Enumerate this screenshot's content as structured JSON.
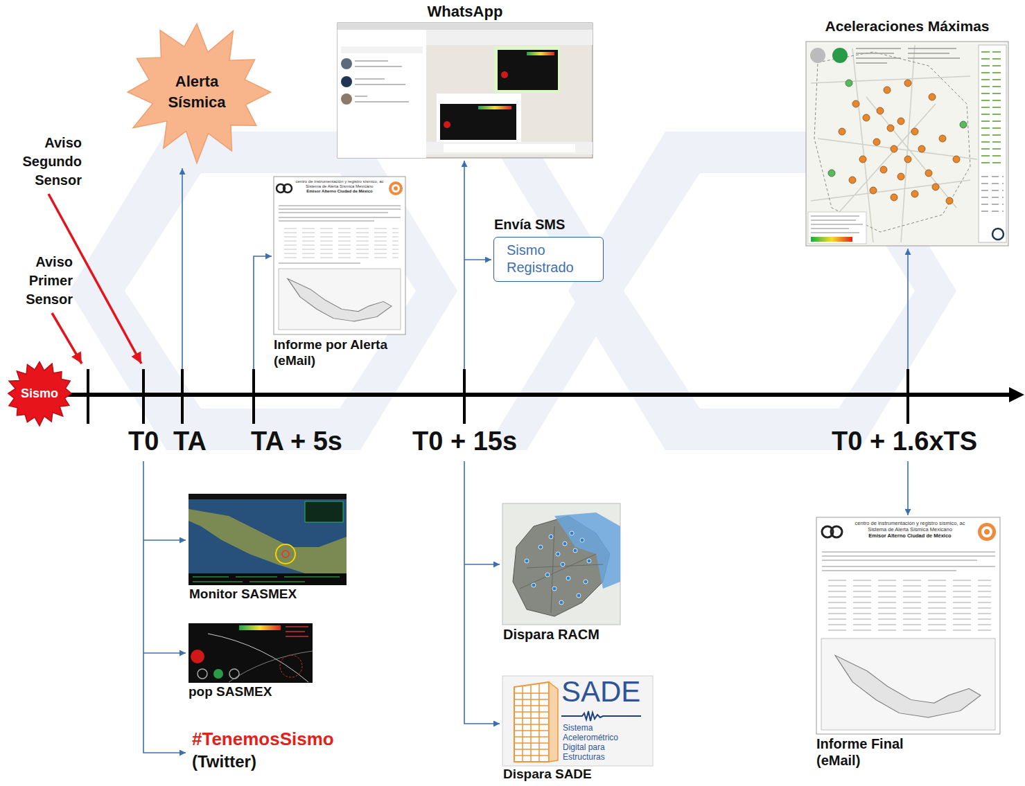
{
  "diagram": {
    "nodes": [
      {
        "text": [
          "Sismo"
        ]
      },
      {
        "text": [
          "Alerta Sísmica"
        ]
      },
      {
        "text": [
          "centro de instrumentación y registro sísmico, ac",
          "Sistema de Alerta Sísmica Mexicano",
          "Emisor Alterno Ciudad de México",
          "Informe por Alerta (eMail)"
        ]
      },
      {
        "text": [
          "WhatsApp"
        ]
      },
      {
        "text": [
          "Envía SMS",
          "Sismo Registrado"
        ]
      },
      {
        "text": [
          "Aceleraciones Máximas"
        ]
      },
      {
        "text": [
          "Monitor SASMEX"
        ]
      },
      {
        "text": [
          "pop SASMEX"
        ]
      },
      {
        "text": [
          "Dispara RACM"
        ]
      },
      {
        "text": [
          "SADE",
          "Sistema Acelerométrico Digital para Estructuras",
          "Dispara SADE"
        ]
      },
      {
        "text": [
          "centro de instrumentación y registro sísmico, ac",
          "Sistema de Alerta Sísmica Mexicano",
          "Emisor Alterno Ciudad de México",
          "Informe Final (eMail)"
        ]
      }
    ],
    "labels": [
      "Aviso Segundo Sensor",
      "Aviso Primer Sensor",
      "T0",
      "TA",
      "TA + 5s",
      "T0 + 15s",
      "T0 + 1.6xTS",
      "#TenemosSismo",
      "(Twitter)"
    ]
  }
}
